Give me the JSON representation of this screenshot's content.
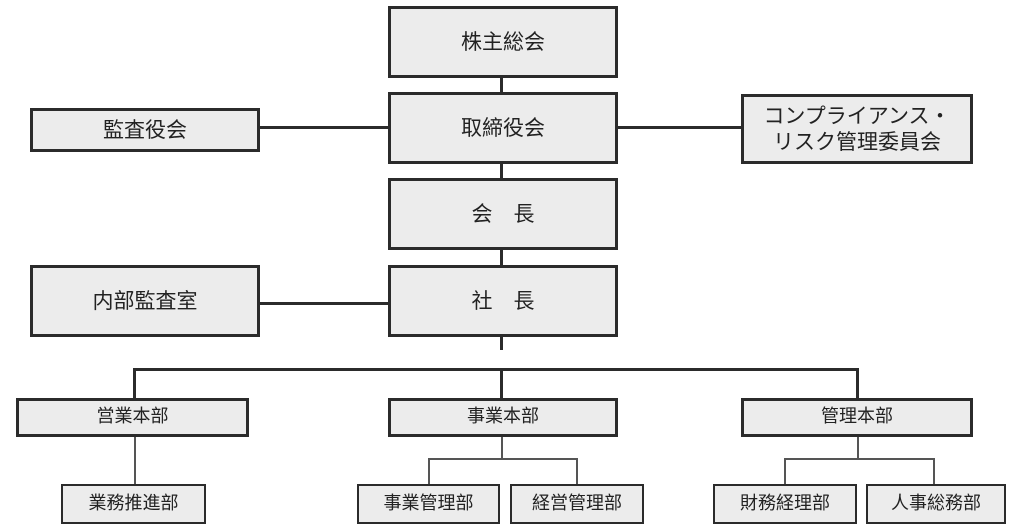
{
  "org": {
    "shareholders": "株主総会",
    "board": "取締役会",
    "auditors": "監査役会",
    "compliance": "コンプライアンス・\nリスク管理委員会",
    "chairman": "会　長",
    "president": "社　長",
    "internal_audit": "内部監査室",
    "divisions": [
      {
        "name": "営業本部",
        "departments": [
          "業務推進部"
        ]
      },
      {
        "name": "事業本部",
        "departments": [
          "事業管理部",
          "経営管理部"
        ]
      },
      {
        "name": "管理本部",
        "departments": [
          "財務経理部",
          "人事総務部"
        ]
      }
    ]
  }
}
